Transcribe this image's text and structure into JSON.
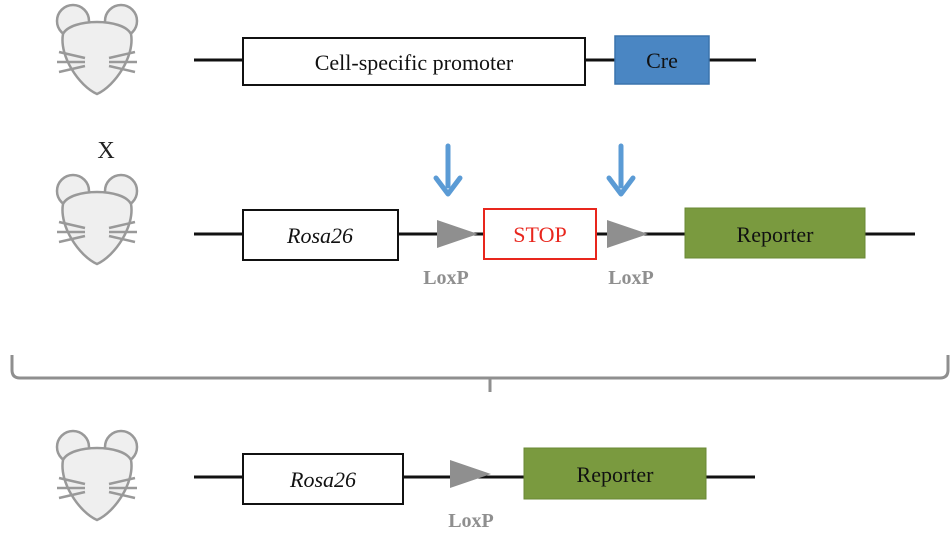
{
  "colors": {
    "line": "#111111",
    "cre_fill": "#4a86c3",
    "reporter_fill": "#7a9a3f",
    "stop_border": "#e8261d",
    "stop_text": "#e8261d",
    "loxp": "#8f8f8f",
    "arrow": "#5b9bd5",
    "mouse_fill": "#efefef",
    "mouse_stroke": "#999999",
    "bracket": "#8f8f8f"
  },
  "icons": {
    "mouse": "mouse-head-icon",
    "loxp_site": "triangle-right-icon",
    "cre_cut": "arrow-down-icon"
  },
  "row1": {
    "promoter_label": "Cell-specific promoter",
    "cre_label": "Cre"
  },
  "cross_symbol": "X",
  "row2": {
    "rosa_label": "Rosa26",
    "stop_label": "STOP",
    "reporter_label": "Reporter",
    "loxp_left_label": "LoxP",
    "loxp_right_label": "LoxP"
  },
  "row3": {
    "rosa_label": "Rosa26",
    "reporter_label": "Reporter",
    "loxp_label": "LoxP"
  }
}
